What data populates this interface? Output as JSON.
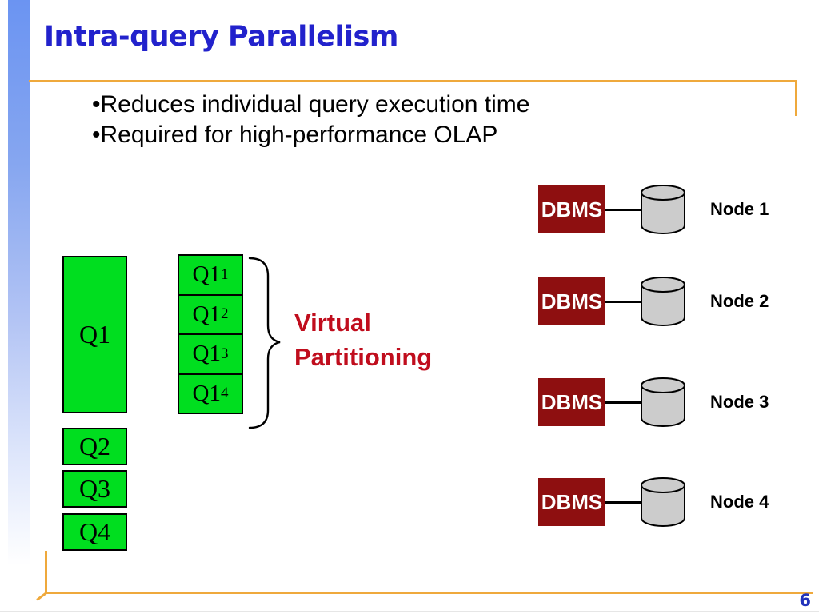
{
  "slide": {
    "title": "Intra-query Parallelism",
    "page_number": "6",
    "bullet_char": "•",
    "bullets": [
      "Reduces individual query execution time",
      "Required for high-performance OLAP"
    ]
  },
  "diagram": {
    "queries": [
      {
        "label": "Q1"
      },
      {
        "label": "Q2"
      },
      {
        "label": "Q3"
      },
      {
        "label": "Q4"
      }
    ],
    "partitions": [
      {
        "base": "Q1",
        "sub": "1"
      },
      {
        "base": "Q1",
        "sub": "2"
      },
      {
        "base": "Q1",
        "sub": "3"
      },
      {
        "base": "Q1",
        "sub": "4"
      }
    ],
    "annotation": {
      "line1": "Virtual",
      "line2": "Partitioning"
    },
    "nodes": [
      {
        "dbms_label": "DBMS",
        "node_label": "Node 1"
      },
      {
        "dbms_label": "DBMS",
        "node_label": "Node 2"
      },
      {
        "dbms_label": "DBMS",
        "node_label": "Node 3"
      },
      {
        "dbms_label": "DBMS",
        "node_label": "Node 4"
      }
    ]
  },
  "colors": {
    "title_blue": "#2222CC",
    "accent_orange": "#EFA93C",
    "sidebar_blue": "#6B94F2",
    "box_green": "#00DE1F",
    "dbms_maroon": "#8E0F10",
    "annotation_red": "#C00D1D",
    "cylinder_gray": "#CCCCCC",
    "page_number_blue": "#2233BB"
  }
}
